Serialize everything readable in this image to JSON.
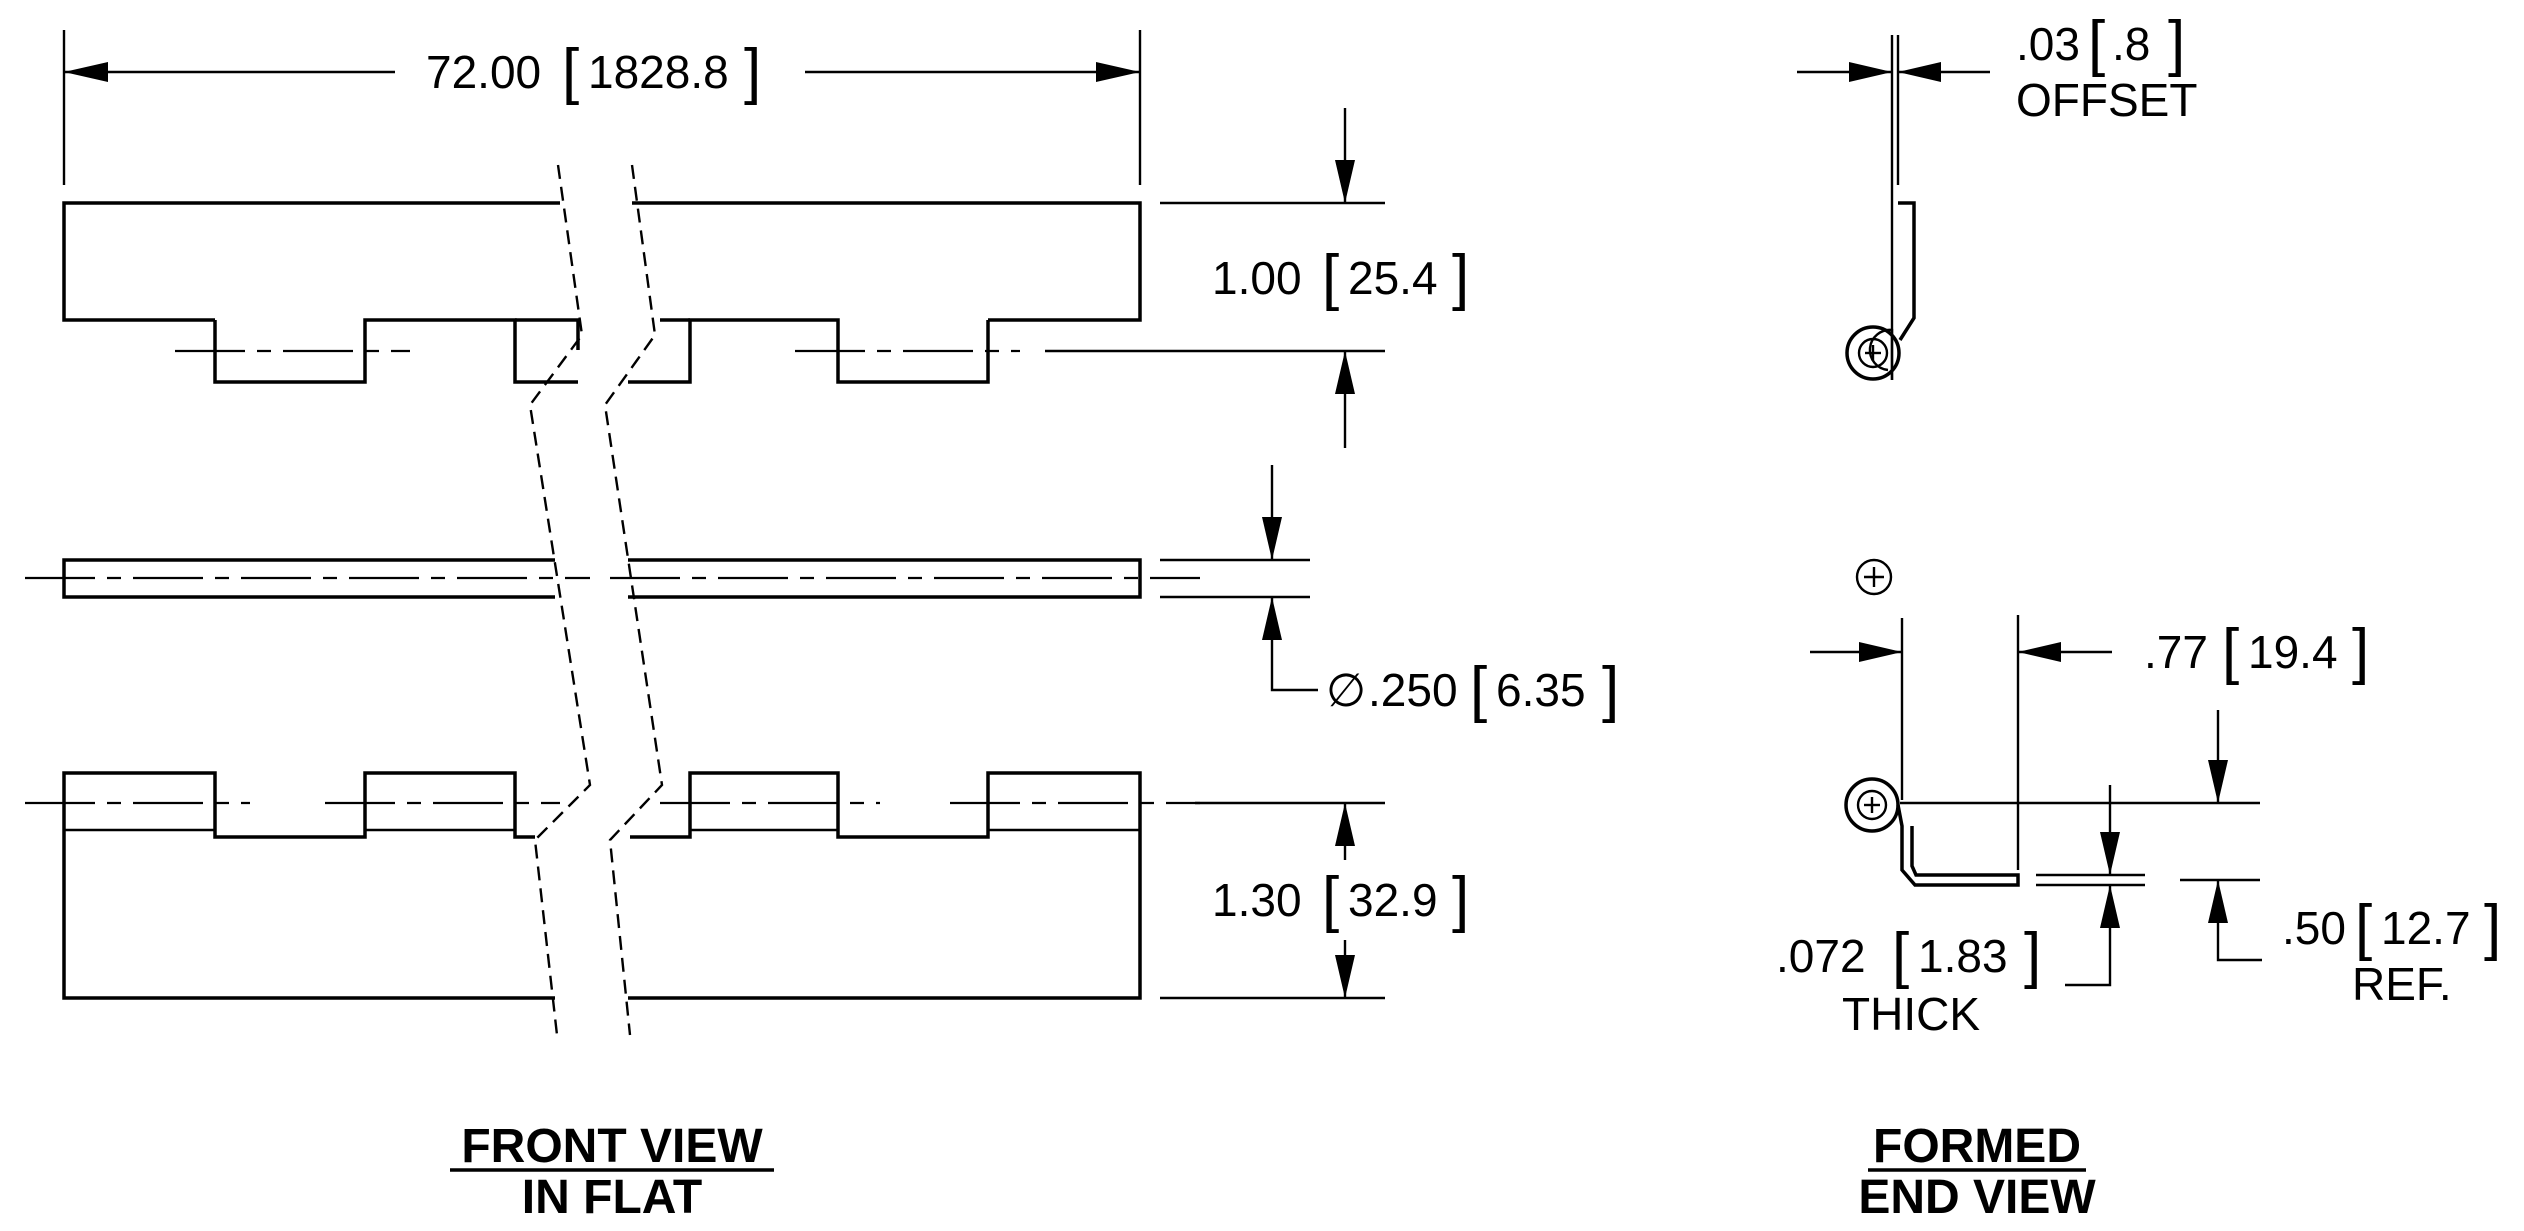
{
  "front_view": {
    "title_line1": "FRONT VIEW",
    "title_line2": "IN FLAT",
    "overall_length": {
      "value": "72.00",
      "metric": "1828.8"
    },
    "knuckle_offset": {
      "value": "1.00",
      "metric": "25.4"
    },
    "pin_diameter": {
      "symbol": "∅",
      "value": ".250",
      "metric": "6.35"
    },
    "open_width": {
      "value": "1.30",
      "metric": "32.9"
    }
  },
  "end_view": {
    "title_line1": "FORMED",
    "title_line2": "END VIEW",
    "offset": {
      "value": ".03",
      "metric": ".8",
      "note": "OFFSET"
    },
    "leaf_width": {
      "value": ".77",
      "metric": "19.4"
    },
    "thickness": {
      "value": ".072",
      "metric": "1.83",
      "note": "THICK"
    },
    "height": {
      "value": ".50",
      "metric": "12.7",
      "note": "REF."
    }
  }
}
